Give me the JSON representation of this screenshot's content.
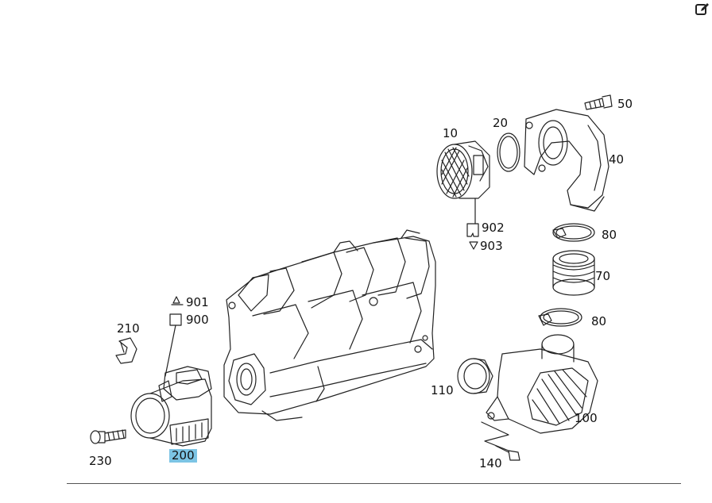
{
  "toolbar": {
    "edit_icon": "edit-icon"
  },
  "diagram": {
    "highlight_color": "#7cc4e4",
    "callouts": {
      "c10": "10",
      "c20": "20",
      "c40": "40",
      "c50": "50",
      "c70": "70",
      "c80a": "80",
      "c80b": "80",
      "c100": "100",
      "c110": "110",
      "c140": "140",
      "c200": "200",
      "c210": "210",
      "c230": "230",
      "c900": "900",
      "c901": "901",
      "c902": "902",
      "c903": "903"
    }
  }
}
